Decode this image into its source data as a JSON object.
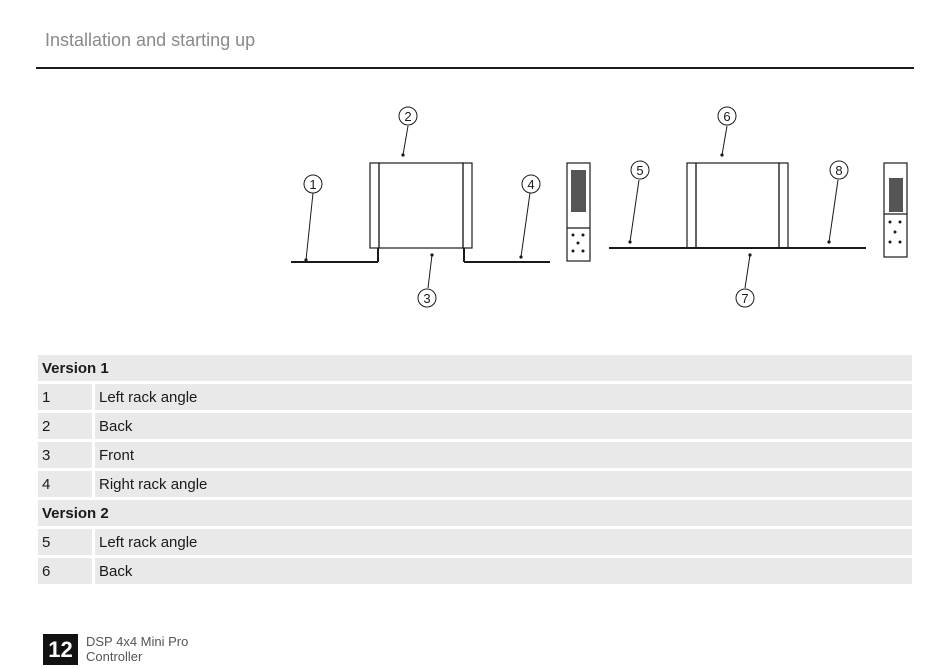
{
  "header": {
    "section_title": "Installation and starting up"
  },
  "diagram": {
    "callouts": [
      "1",
      "2",
      "3",
      "4",
      "5",
      "6",
      "7",
      "8"
    ]
  },
  "legend": {
    "rows": [
      {
        "type": "section",
        "label": "Version 1"
      },
      {
        "type": "item",
        "num": "1",
        "label": "Left rack angle"
      },
      {
        "type": "item",
        "num": "2",
        "label": "Back"
      },
      {
        "type": "item",
        "num": "3",
        "label": "Front"
      },
      {
        "type": "item",
        "num": "4",
        "label": "Right rack angle"
      },
      {
        "type": "section",
        "label": "Version 2"
      },
      {
        "type": "item",
        "num": "5",
        "label": "Left rack angle"
      },
      {
        "type": "item",
        "num": "6",
        "label": "Back"
      }
    ]
  },
  "footer": {
    "page_number": "12",
    "product_line1": "DSP 4x4 Mini Pro",
    "product_line2": "Controller"
  }
}
